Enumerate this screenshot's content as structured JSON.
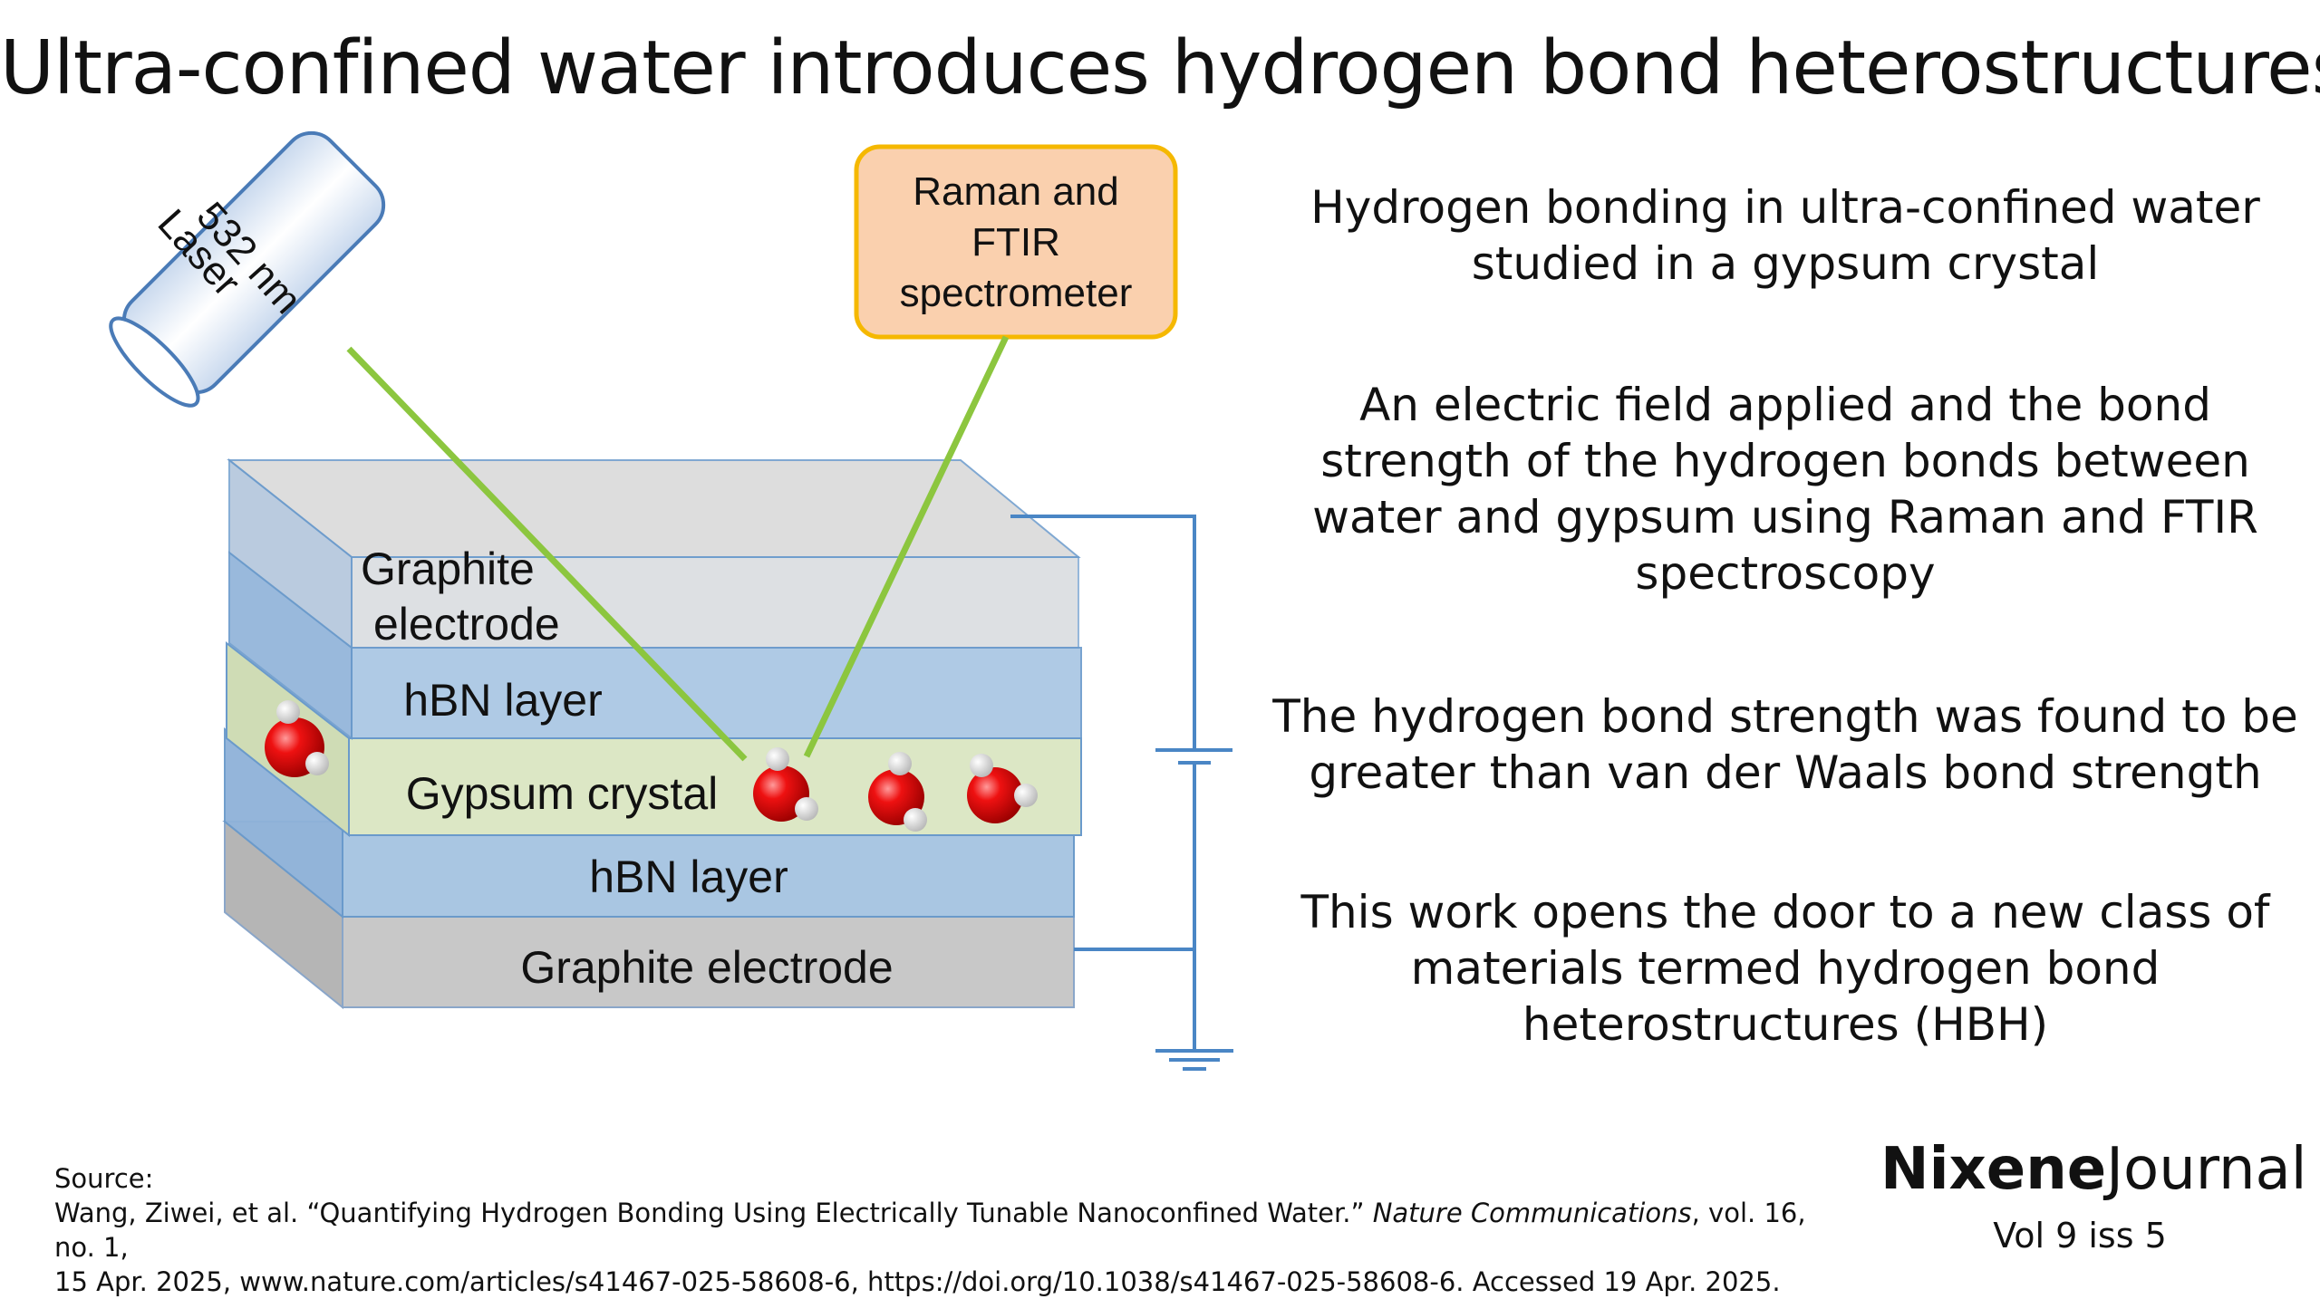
{
  "title": "Ultra-confined water introduces hydrogen bond heterostructures",
  "diagram": {
    "laser_line1": "532 nm",
    "laser_line2": "Laser",
    "spectrometer_lines": [
      "Raman and",
      "FTIR",
      "spectrometer"
    ],
    "top_graphite_line1": "Graphite",
    "top_graphite_line2": "electrode",
    "hbn_top": "hBN layer",
    "gypsum": "Gypsum crystal",
    "hbn_bottom": "hBN layer",
    "bottom_graphite": "Graphite electrode",
    "colors": {
      "laser_beam": "#8cc63f",
      "spectrometer_fill": "#fad0ae",
      "spectrometer_border": "#f5b800",
      "graphite": "#c8c8c8",
      "hbn": "#a7c5e3",
      "gypsum": "#dce7c5",
      "circuit": "#4a86c5",
      "oxygen": "#e00000"
    }
  },
  "points": [
    "Hydrogen bonding in ultra-confined water studied in a gypsum crystal",
    "An electric field applied and the bond strength of the hydrogen bonds between water and gypsum using Raman and FTIR spectroscopy",
    "The hydrogen bond strength was found to be greater than van der Waals bond strength",
    "This work opens the door to a new class of materials termed hydrogen bond heterostructures (HBH)"
  ],
  "source": {
    "label": "Source:",
    "line1_pre": "Wang, Ziwei, et al. “Quantifying Hydrogen Bonding Using Electrically Tunable Nanoconfined Water.” ",
    "journal": "Nature Communications",
    "line1_post": ", vol. 16, no. 1,",
    "line2": "15 Apr. 2025, www.nature.com/articles/s41467-025-58608-6, https://doi.org/10.1038/s41467-025-58608-6. Accessed 19 Apr. 2025."
  },
  "brand": {
    "bold": "Nixene",
    "light": "Journal"
  },
  "issue": "Vol 9  iss 5"
}
